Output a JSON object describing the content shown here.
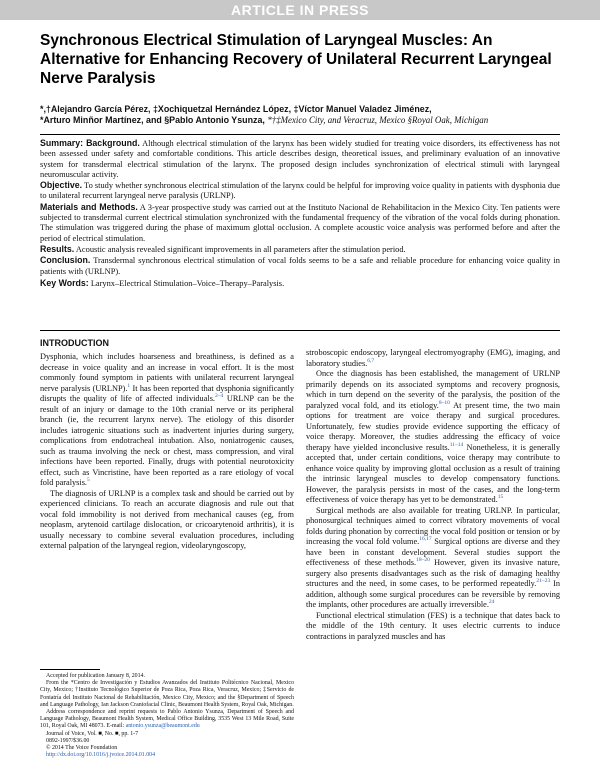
{
  "banner": "ARTICLE IN PRESS",
  "title": "Synchronous Electrical Stimulation of Laryngeal Muscles: An Alternative for Enhancing Recovery of Unilateral Recurrent Laryngeal Nerve Paralysis",
  "authors": {
    "line1": "*,†Alejandro García Pérez, ‡Xochiquetzal Hernández López, ‡Víctor Manuel Valadez Jiménez,",
    "line2_names": "*Arturo Minñor Martínez, and §Pablo Antonio Ysunza,",
    "line2_affil": "*†‡Mexico City, and Veracruz, Mexico §Royal Oak, Michigan"
  },
  "abstract": {
    "summary_label": "Summary: Background.",
    "summary_text": " Although electrical stimulation of the larynx has been widely studied for treating voice disorders, its effectiveness has not been assessed under safety and comfortable conditions. This article describes design, theoretical issues, and preliminary evaluation of an innovative system for transdermal electrical stimulation of the larynx. The proposed design includes synchronization of electrical stimuli with laryngeal neuromuscular activity.",
    "objective_label": "Objective.",
    "objective_text": " To study whether synchronous electrical stimulation of the larynx could be helpful for improving voice quality in patients with dysphonia due to unilateral recurrent laryngeal nerve paralysis (URLNP).",
    "methods_label": "Materials and Methods.",
    "methods_text": " A 3-year prospective study was carried out at the Instituto Nacional de Rehabilitacion in the Mexico City. Ten patients were subjected to transdermal current electrical stimulation synchronized with the fundamental frequency of the vibration of the vocal folds during phonation. The stimulation was triggered during the phase of maximum glottal occlusion. A complete acoustic voice analysis was performed before and after the period of electrical stimulation.",
    "results_label": "Results.",
    "results_text": " Acoustic analysis revealed significant improvements in all parameters after the stimulation period.",
    "conclusion_label": "Conclusion.",
    "conclusion_text": " Transdermal synchronous electrical stimulation of vocal folds seems to be a safe and reliable procedure for enhancing voice quality in patients with (URLNP).",
    "keywords_label": "Key Words:",
    "keywords_text": " Larynx–Electrical Stimulation–Voice–Therapy–Paralysis."
  },
  "intro_heading": "INTRODUCTION",
  "left": {
    "p1_a": "Dysphonia, which includes hoarseness and breathiness, is defined as a decrease in voice quality and an increase in vocal effort. It is the most commonly found symptom in patients with unilateral recurrent laryngeal nerve paralysis (URLNP).",
    "p1_ref1": "1",
    "p1_b": " It has been reported that dysphonia significantly disrupts the quality of life of affected individuals.",
    "p1_ref2": "2–4",
    "p1_c": " URLNP can be the result of an injury or damage to the 10th cranial nerve or its peripheral branch (ie, the recurrent larynx nerve). The etiology of this disorder includes iatrogenic situations such as inadvertent injuries during surgery, complications from endotracheal intubation. Also, noniatrogenic causes, such as trauma involving the neck or chest, mass compression, and viral infections have been reported. Finally, drugs with potential neurotoxicity effect, such as Vincristine, have been reported as a rare etiology of vocal fold paralysis.",
    "p1_ref3": "5",
    "p2": "The diagnosis of URLNP is a complex task and should be carried out by experienced clinicians. To reach an accurate diagnosis and rule out that vocal fold immobility is not derived from mechanical causes (eg, from neoplasm, arytenoid cartilage dislocation, or cricoarytenoid arthritis), it is usually necessary to combine several evaluation procedures, including external palpation of the laryngeal region, videolaryngoscopy,"
  },
  "right": {
    "p0_a": "stroboscopic endoscopy, laryngeal electromyography (EMG), imaging, and laboratory studies.",
    "p0_ref": "6,7",
    "p1_a": "Once the diagnosis has been established, the management of URLNP primarily depends on its associated symptoms and recovery prognosis, which in turn depend on the severity of the paralysis, the position of the paralyzed vocal fold, and its etiology.",
    "p1_ref1": "8–10",
    "p1_b": " At present time, the two main options for treatment are voice therapy and surgical procedures. Unfortunately, few studies provide evidence supporting the efficacy of voice therapy. Moreover, the studies addressing the efficacy of voice therapy have yielded inconclusive results.",
    "p1_ref2": "11–14",
    "p1_c": " Nonetheless, it is generally accepted that, under certain conditions, voice therapy may contribute to enhance voice quality by improving glottal occlusion as a result of training the intrinsic laryngeal muscles to develop compensatory functions. However, the paralysis persists in most of the cases, and the long-term effectiveness of voice therapy has yet to be demonstrated.",
    "p1_ref3": "15",
    "p2_a": "Surgical methods are also available for treating URLNP. In particular, phonosurgical techniques aimed to correct vibratory movements of vocal folds during phonation by correcting the vocal fold position or tension or by increasing the vocal fold volume.",
    "p2_ref1": "16,17",
    "p2_b": " Surgical options are diverse and they have been in constant development. Several studies support the effectiveness of these methods.",
    "p2_ref2": "18–20",
    "p2_c": " However, given its invasive nature, surgery also presents disadvantages such as the risk of damaging healthy structures and the need, in some cases, to be performed repeatedly.",
    "p2_ref3": "21–23",
    "p2_d": " In addition, although some surgical procedures can be reversible by removing the implants, other procedures are actually irreversible.",
    "p2_ref4": "24",
    "p3": "Functional electrical stimulation (FES) is a technique that dates back to the middle of the 19th century. It uses electric currents to induce contractions in paralyzed muscles and has"
  },
  "footnotes": {
    "accepted": "Accepted for publication January 8, 2014.",
    "from": "From the *Centro de Investigación y Estudios Avanzados del Instituto Politécnico Nacional, Mexico City, Mexico; †Instituto Tecnológico Superior de Poza Rica, Poza Rica, Veracruz, Mexico; ‡Servicio de Foniatría del Instituto Nacional de Rehabilitación, Mexico City, Mexico; and the §Department of Speech and Language Pathology, Ian Jackson Craniofacial Clinic, Beaumont Health System, Royal Oak, Michigan.",
    "address": "Address correspondence and reprint requests to Pablo Antonio Ysunza, Department of Speech and Language Pathology, Beaumont Health System, Medical Office Building, 3535 West 13 Mile Road, Suite 101, Royal Oak, MI 48073. E-mail: ",
    "email": "antonio.ysunza@beaumont.edu",
    "journal": "Journal of Voice, Vol. ■, No. ■, pp. 1-7",
    "issn": "0892-1997/$36.00",
    "copyright": "© 2014 The Voice Foundation",
    "doi": "http://dx.doi.org/10.1016/j.jvoice.2014.01.004"
  }
}
